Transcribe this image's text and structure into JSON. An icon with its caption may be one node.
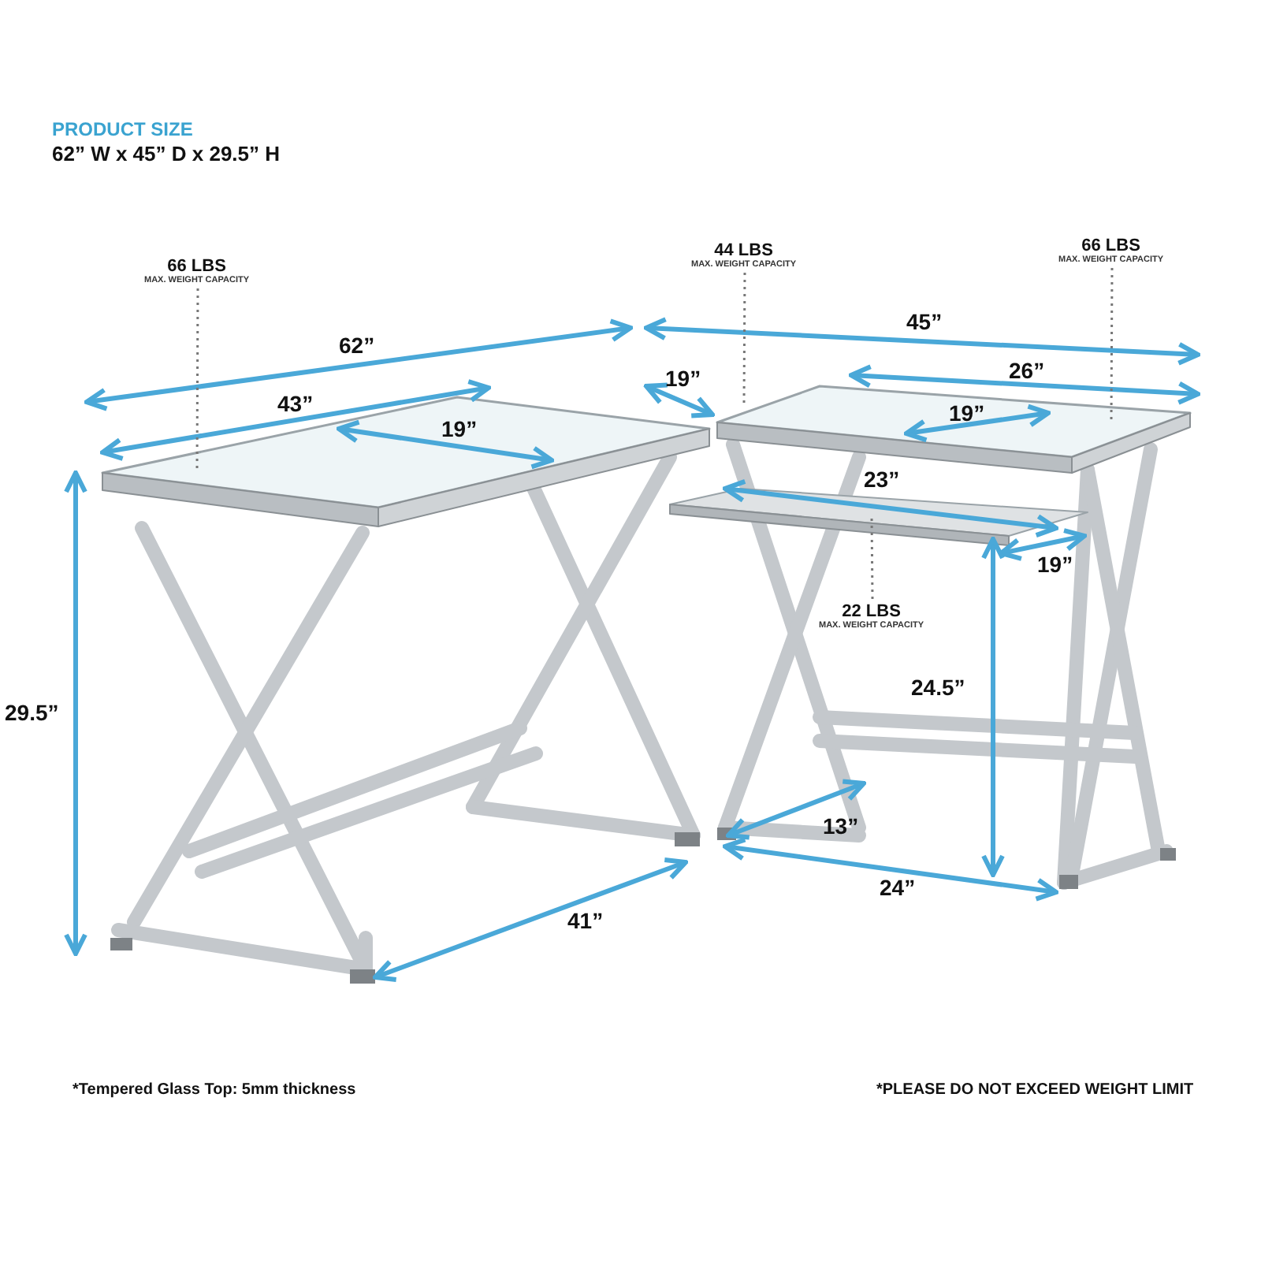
{
  "diagram": {
    "title": "PRODUCT SIZE",
    "nodes": [
      {
        "text": [
          "66 LBS",
          "MAX. WEIGHT CAPACITY"
        ]
      },
      {
        "text": [
          "44 LBS",
          "MAX. WEIGHT CAPACITY"
        ]
      },
      {
        "text": [
          "66 LBS",
          "MAX. WEIGHT CAPACITY"
        ]
      },
      {
        "text": [
          "22 LBS",
          "MAX. WEIGHT CAPACITY"
        ]
      }
    ],
    "edges": [
      {
        "from": 0,
        "to": null,
        "arrow": "none",
        "style": "dashed"
      },
      {
        "from": 1,
        "to": null,
        "arrow": "none",
        "style": "dashed"
      },
      {
        "from": 2,
        "to": null,
        "arrow": "none",
        "style": "dashed"
      },
      {
        "from": 3,
        "to": null,
        "arrow": "none",
        "style": "dashed"
      }
    ],
    "labels": [
      "62” W x 45” D x 29.5” H",
      "62”",
      "45”",
      "43”",
      "26”",
      "19”",
      "19”",
      "19”",
      "23”",
      "19”",
      "29.5”",
      "24.5”",
      "13”",
      "41”",
      "24”",
      "*Tempered Glass Top: 5mm thickness",
      "*PLEASE DO NOT EXCEED WEIGHT LIMIT"
    ]
  }
}
